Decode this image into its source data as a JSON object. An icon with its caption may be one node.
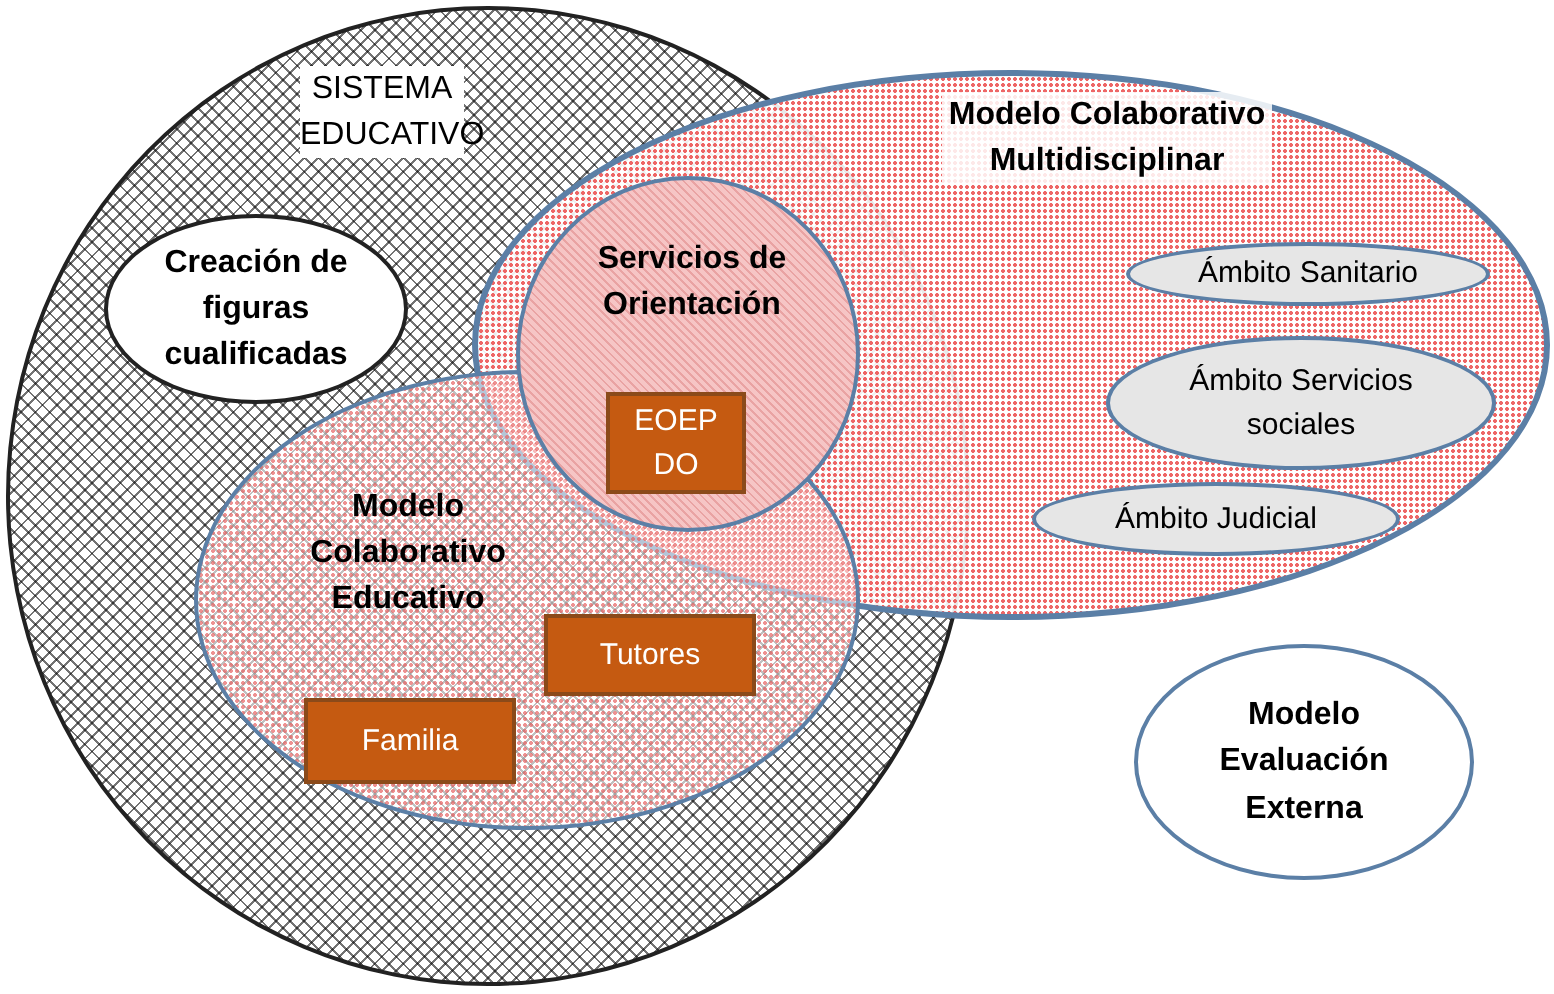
{
  "diagram": {
    "nodes": [
      {
        "text": [
          "SISTEMA EDUCATIVO"
        ]
      },
      {
        "text": [
          "Modelo Colaborativo Multidisciplinar"
        ]
      },
      {
        "text": [
          "Creación de figuras cualificadas"
        ],
        "in": 0
      },
      {
        "text": [
          "Servicios de Orientación"
        ]
      },
      {
        "text": [
          "Modelo Colaborativo Educativo"
        ],
        "in": 0
      },
      {
        "text": [
          "EOEP DO"
        ]
      },
      {
        "text": [
          "Tutores"
        ],
        "in": 4
      },
      {
        "text": [
          "Familia"
        ],
        "in": 4
      },
      {
        "text": [
          "Ámbito Sanitario"
        ],
        "in": 1
      },
      {
        "text": [
          "Ámbito Servicios sociales"
        ],
        "in": 1
      },
      {
        "text": [
          "Ámbito Judicial"
        ],
        "in": 1
      },
      {
        "text": [
          "Modelo Evaluación Externa"
        ]
      }
    ]
  }
}
